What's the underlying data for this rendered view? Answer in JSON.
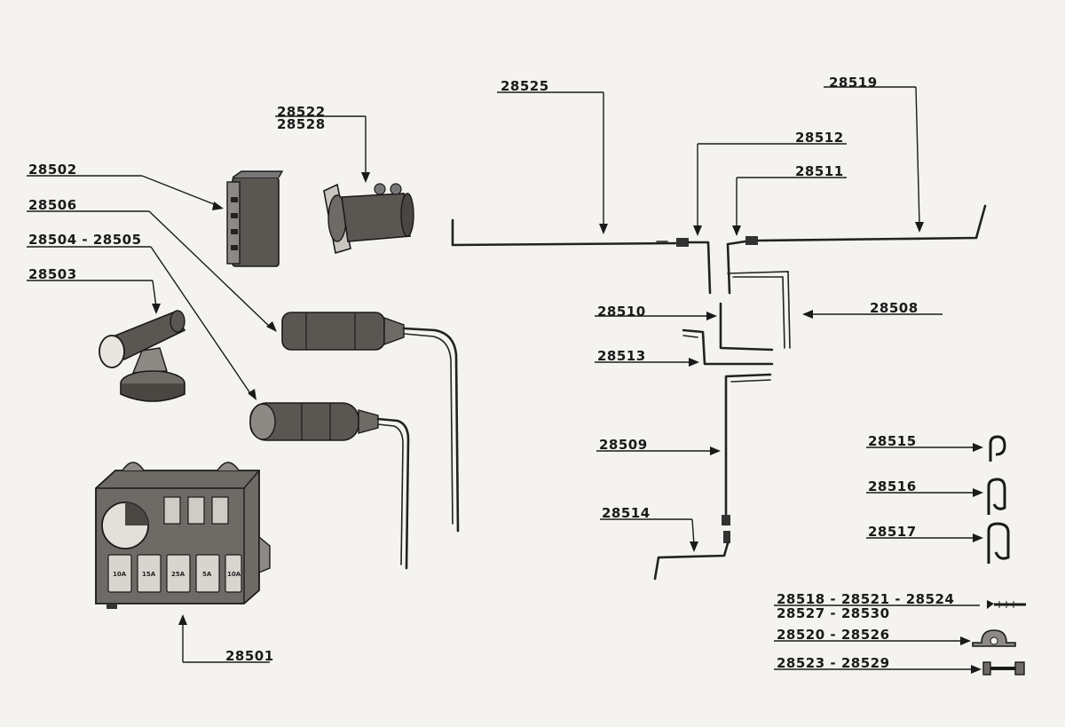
{
  "labels": {
    "p28525": "28525",
    "p28519": "28519",
    "p28522_28528": [
      "28522",
      "28528"
    ],
    "p28512": "28512",
    "p28511": "28511",
    "p28502": "28502",
    "p28506": "28506",
    "p28504_28505": "28504 - 28505",
    "p28503": "28503",
    "p28510": "28510",
    "p28508": "28508",
    "p28513": "28513",
    "p28509": "28509",
    "p28514": "28514",
    "p28501": "28501",
    "p28515": "28515",
    "p28516": "28516",
    "p28517": "28517",
    "p28518_group": [
      "28518 - 28521 - 28524",
      "28527 - 28530"
    ],
    "p28520_28526": "28520 - 28526",
    "p28523_28529": "28523 - 28529"
  },
  "fuse_box": {
    "fuse_labels": [
      "10A",
      "15A",
      "25A",
      "5A",
      "10A"
    ]
  },
  "colors": {
    "ink": "#1a1a1a",
    "paper": "#f4f3ef"
  }
}
